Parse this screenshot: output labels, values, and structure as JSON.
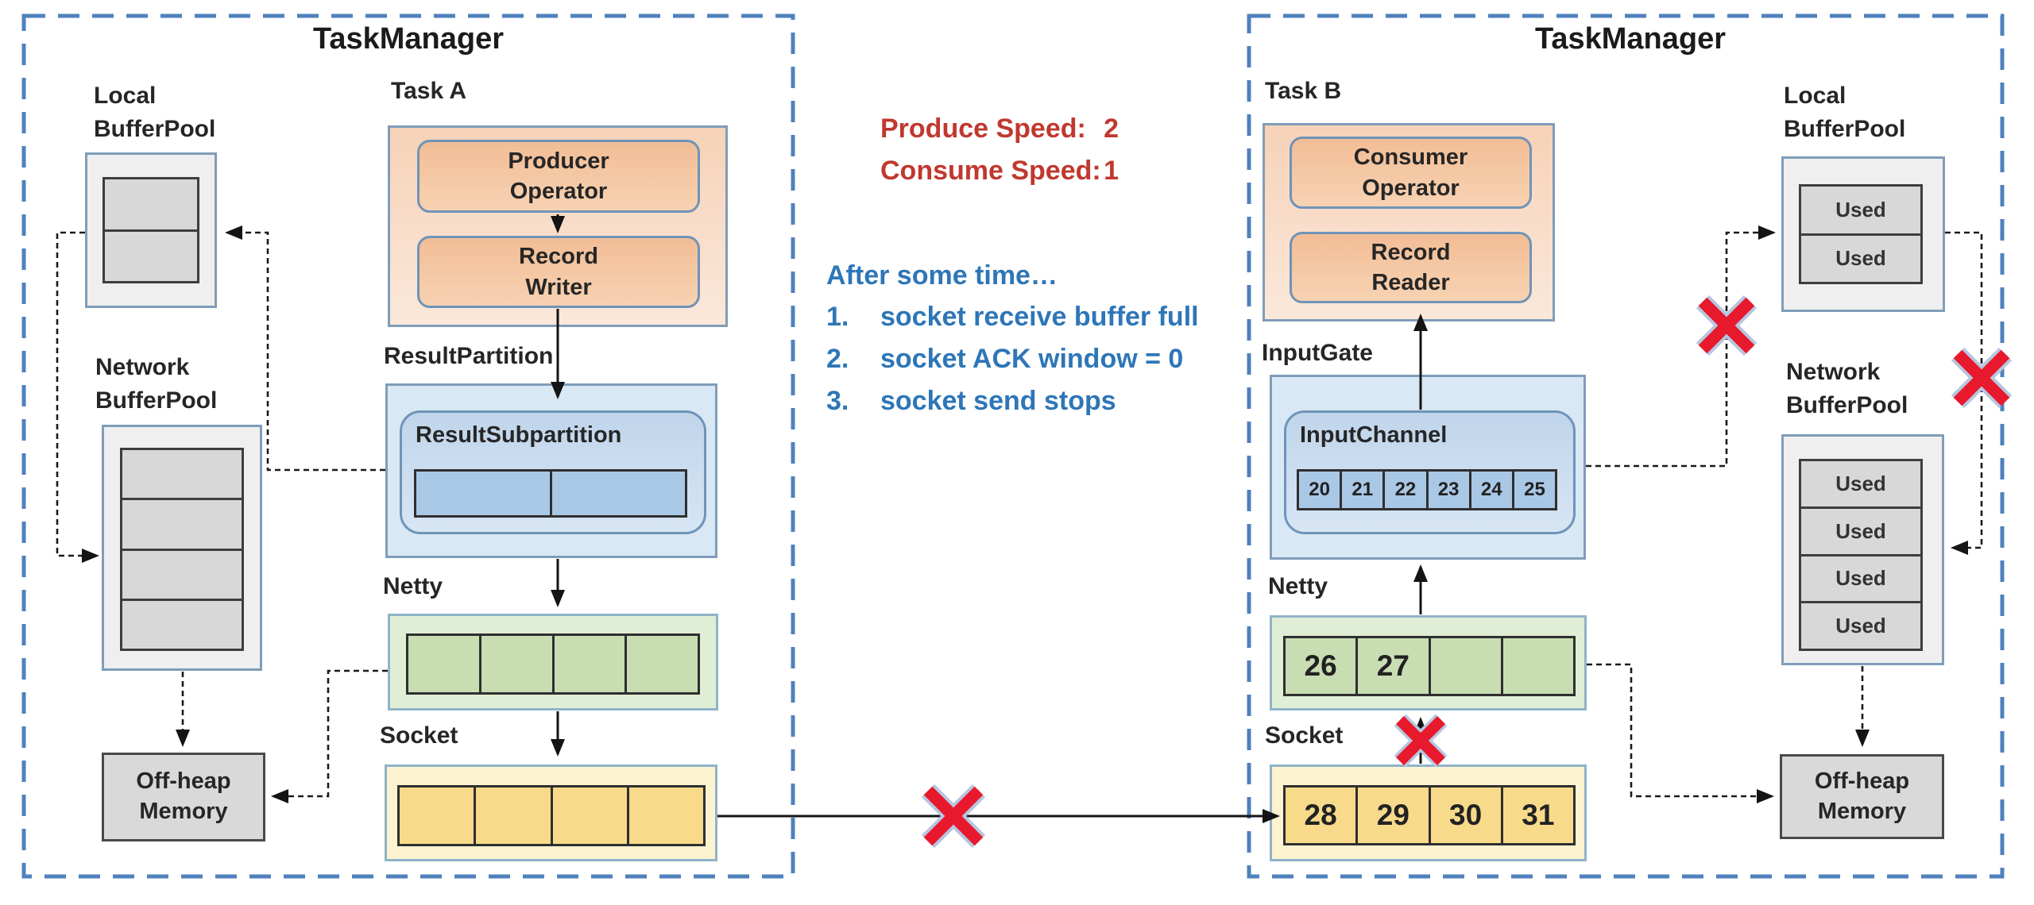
{
  "colors": {
    "taskmanager_border": "#4f81bd",
    "box_border_blue": "#7f9db9",
    "red_x": "#e8192c",
    "red_text": "#c0382e",
    "blue_text": "#2e76b7",
    "peach_fill": "#f5c9a5",
    "blue_cell_fill": "#a9c8e6",
    "green_cell_fill": "#c9ddb3",
    "yellow_cell_fill": "#f8da8b",
    "gray_cell_fill": "#d8d8d8"
  },
  "left_tm": {
    "title": "TaskManager",
    "task_label": "Task A",
    "producer_operator": [
      "Producer",
      "Operator"
    ],
    "record_writer": [
      "Record",
      "Writer"
    ],
    "result_partition_label": "ResultPartition",
    "result_subpartition_label": "ResultSubpartition",
    "netty_label": "Netty",
    "socket_label": "Socket",
    "local_bufferpool_label": [
      "Local",
      "BufferPool"
    ],
    "network_bufferpool_label": [
      "Network",
      "BufferPool"
    ],
    "offheap_label": [
      "Off-heap",
      "Memory"
    ],
    "result_cells": [
      "",
      ""
    ],
    "netty_cells": [
      "",
      "",
      "",
      ""
    ],
    "socket_cells": [
      "",
      "",
      "",
      ""
    ],
    "local_pool_cells": [
      "",
      ""
    ],
    "network_pool_cells": [
      "",
      "",
      "",
      ""
    ]
  },
  "center": {
    "produce_speed_label": "Produce Speed:",
    "produce_speed_value": "2",
    "consume_speed_label": "Consume Speed:",
    "consume_speed_value": "1",
    "after_heading": "After some time…",
    "items": [
      {
        "num": "1.",
        "text": "socket receive buffer full"
      },
      {
        "num": "2.",
        "text": "socket ACK window = 0"
      },
      {
        "num": "3.",
        "text": "socket send stops"
      }
    ]
  },
  "right_tm": {
    "title": "TaskManager",
    "task_label": "Task B",
    "consumer_operator": [
      "Consumer",
      "Operator"
    ],
    "record_reader": [
      "Record",
      "Reader"
    ],
    "inputgate_label": "InputGate",
    "inputchannel_label": "InputChannel",
    "netty_label": "Netty",
    "socket_label": "Socket",
    "local_bufferpool_label": [
      "Local",
      "BufferPool"
    ],
    "network_bufferpool_label": [
      "Network",
      "BufferPool"
    ],
    "offheap_label": [
      "Off-heap",
      "Memory"
    ],
    "inputchannel_cells": [
      "20",
      "21",
      "22",
      "23",
      "24",
      "25"
    ],
    "netty_cells": [
      "26",
      "27",
      "",
      ""
    ],
    "socket_cells": [
      "28",
      "29",
      "30",
      "31"
    ],
    "local_pool_cells": [
      "Used",
      "Used"
    ],
    "network_pool_cells": [
      "Used",
      "Used",
      "Used",
      "Used"
    ]
  }
}
